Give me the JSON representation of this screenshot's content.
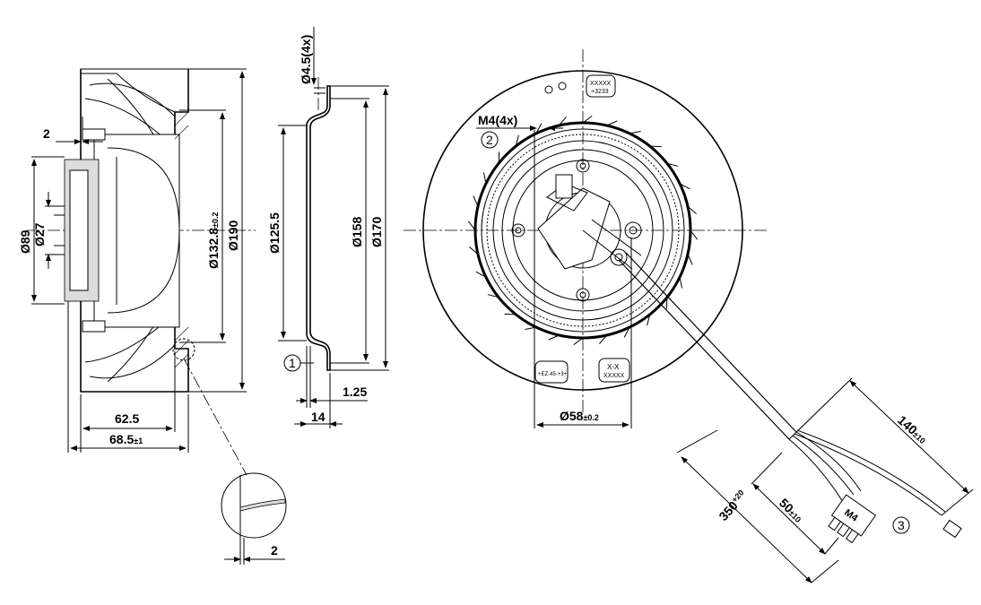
{
  "side_view": {
    "dim_2_top": "2",
    "dim_d89": "Ø89",
    "dim_d27": "Ø27",
    "dim_d132_main": "Ø132.8",
    "dim_d132_tol": "±0.2",
    "dim_d190": "Ø190",
    "dim_62_5": "62.5",
    "dim_68_5_main": "68.5",
    "dim_68_5_tol": "±1"
  },
  "ring_view": {
    "dim_d4_5": "Ø4.5(4x)",
    "dim_d125_5": "Ø125.5",
    "dim_d158": "Ø158",
    "dim_d170": "Ø170",
    "dim_1_25": "1.25",
    "dim_14": "14",
    "callout_1": "1"
  },
  "front_view": {
    "dim_m4": "M4(4x)",
    "callout_2": "2",
    "dim_d58_main": "Ø58",
    "dim_d58_tol": "±0.2",
    "label_top_line1": "XXXXX",
    "label_top_line2": "+3233",
    "label_bottom_left": "+EZ-45-+3+",
    "label_bottom_right_line1": "X-X",
    "label_bottom_right_line2": "XXXXX"
  },
  "cable": {
    "dim_140_main": "140",
    "dim_140_tol": "±10",
    "dim_350_main": "350",
    "dim_350_tol": "+20",
    "dim_50_main": "50",
    "dim_50_tol": "±10",
    "connector_label": "M4",
    "callout_3": "3"
  },
  "detail": {
    "dim_2": "2"
  }
}
